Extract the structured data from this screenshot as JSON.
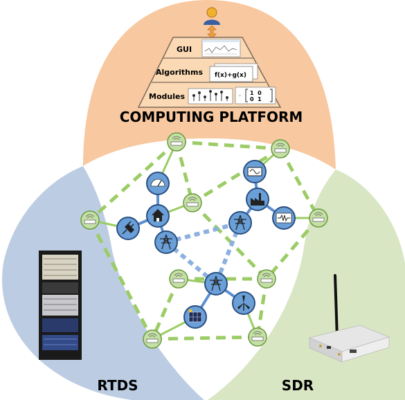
{
  "venn": {
    "top_label": "COMPUTING PLATFORM",
    "left_label": "RTDS",
    "right_label": "SDR",
    "colors": {
      "top": "#f8c8a0",
      "left": "#bccde3",
      "right": "#d9e6c4",
      "center": "#ffffff"
    }
  },
  "pyramid": {
    "layers": [
      {
        "label": "GUI"
      },
      {
        "label": "Algorithms",
        "card_text": "f(x)+g(x)"
      },
      {
        "label": "Modules",
        "matrix": [
          "1  0",
          "0  1"
        ]
      }
    ],
    "colors": {
      "fill": "#fbd9b4",
      "stroke": "#7a6a5a",
      "arrow": "#f0a040"
    }
  },
  "network": {
    "colors": {
      "wireless_link": "#9ccc65",
      "grid_link": "#5b8fd0",
      "power_link": "#8cb0e0",
      "node_green": "#c5e0a5",
      "node_blue": "#6a9fd8"
    }
  }
}
